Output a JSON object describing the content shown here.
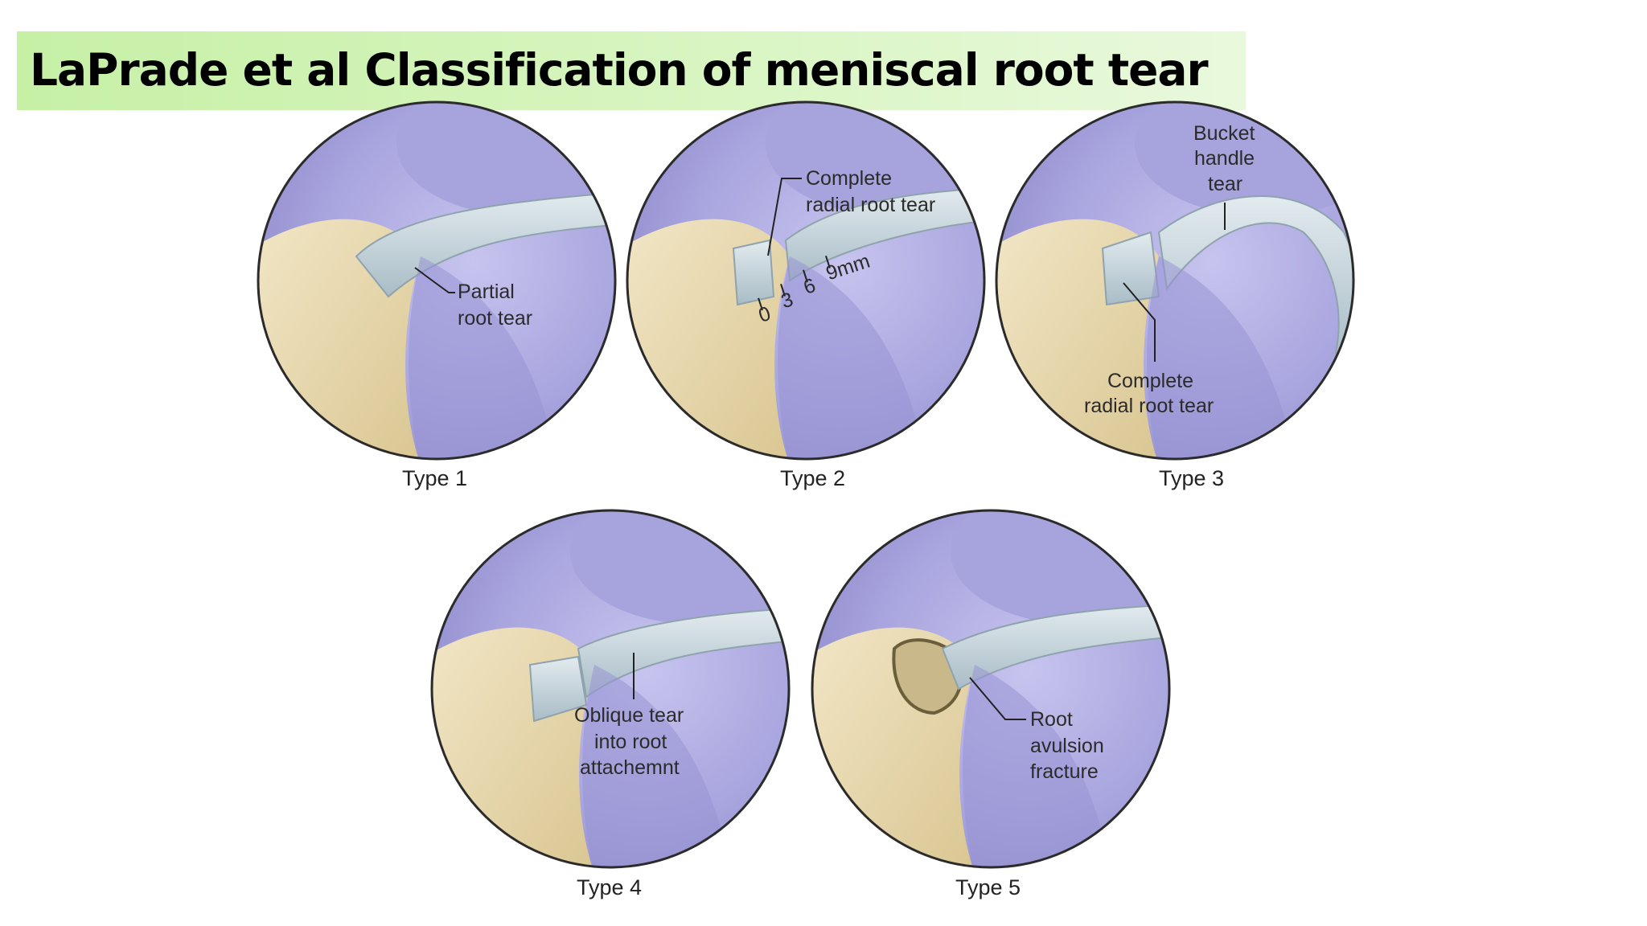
{
  "slide": {
    "title": "LaPrade et al Classification of meniscal root tear"
  },
  "panels": [
    {
      "caption": "Type 1",
      "callout": [
        "Partial",
        "root tear"
      ]
    },
    {
      "caption": "Type 2",
      "callout": [
        "Complete",
        "radial root tear"
      ],
      "scale": [
        "0",
        "3",
        "6",
        "9mm"
      ]
    },
    {
      "caption": "Type 3",
      "callout_top": [
        "Bucket",
        "handle",
        "tear"
      ],
      "callout": [
        "Complete",
        "radial root tear"
      ]
    },
    {
      "caption": "Type 4",
      "callout": [
        "Oblique tear",
        "into root",
        "attachemnt"
      ]
    },
    {
      "caption": "Type 5",
      "callout": [
        "Root",
        "avulsion",
        "fracture"
      ]
    }
  ],
  "colors": {
    "title_band": "#d2f3b8",
    "cartilage": "#a9a5dc",
    "bone": "#e8d8ae",
    "meniscus": "#c6d4dc",
    "ligament": "#b9cac3"
  }
}
